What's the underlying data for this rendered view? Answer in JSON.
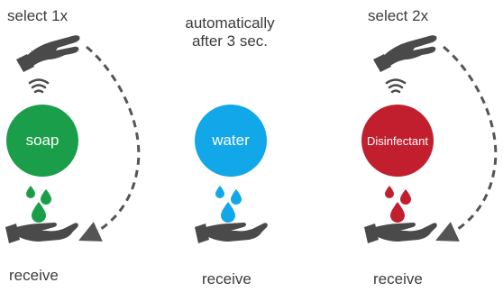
{
  "panels": [
    {
      "top_label": "select 1x",
      "circle_label": "soap",
      "circle_color": "#1a9e4a",
      "drop_color": "#1a9e4a",
      "bottom_label": "receive"
    },
    {
      "top_label": "automatically\nafter 3 sec.",
      "circle_label": "water",
      "circle_color": "#12a7e8",
      "drop_color": "#12a7e8",
      "bottom_label": "receive"
    },
    {
      "top_label": "select 2x",
      "circle_label": "Disinfectant",
      "circle_color": "#c21f2e",
      "drop_color": "#c21f2e",
      "bottom_label": "receive"
    }
  ],
  "colors": {
    "text": "#3c3c3c",
    "hand": "#4a4a4a",
    "arrow": "#555555"
  },
  "icons": [
    "hand-over-icon",
    "wireless-signal-icon",
    "drops-icon",
    "hand-receive-icon",
    "dashed-arrow-icon"
  ]
}
